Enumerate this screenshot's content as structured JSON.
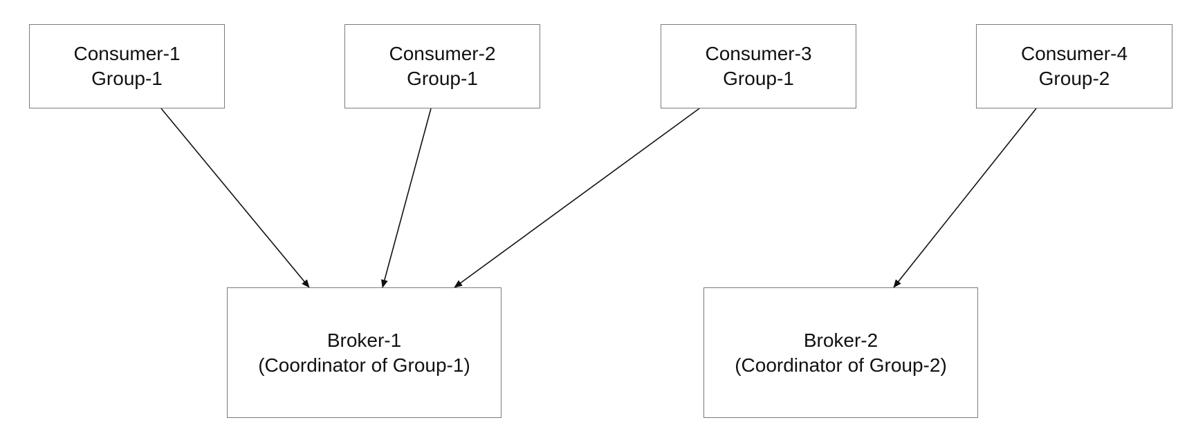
{
  "consumers": [
    {
      "name": "Consumer-1",
      "group": "Group-1"
    },
    {
      "name": "Consumer-2",
      "group": "Group-1"
    },
    {
      "name": "Consumer-3",
      "group": "Group-1"
    },
    {
      "name": "Consumer-4",
      "group": "Group-2"
    }
  ],
  "brokers": [
    {
      "name": "Broker-1",
      "role": "(Coordinator of Group-1)"
    },
    {
      "name": "Broker-2",
      "role": "(Coordinator of Group-2)"
    }
  ],
  "edges": [
    {
      "from": "Consumer-1",
      "to": "Broker-1"
    },
    {
      "from": "Consumer-2",
      "to": "Broker-1"
    },
    {
      "from": "Consumer-3",
      "to": "Broker-1"
    },
    {
      "from": "Consumer-4",
      "to": "Broker-2"
    }
  ],
  "colors": {
    "border": "#7a7a7a",
    "arrow": "#111111",
    "text": "#111111"
  }
}
